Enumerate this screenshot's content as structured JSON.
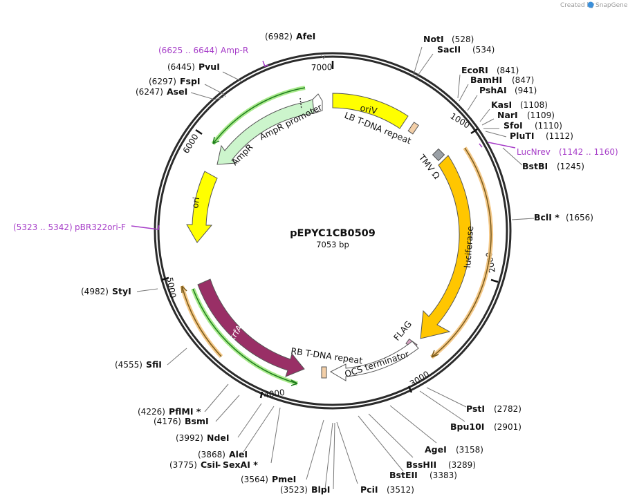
{
  "credit": {
    "created_by": "Created by",
    "brand": "SnapGene"
  },
  "plasmid": {
    "name": "pEPYC1CB0509",
    "length_label": "7053 bp",
    "length_bp": 7053
  },
  "ticks": [
    "1000",
    "2000",
    "3000",
    "4000",
    "5000",
    "6000",
    "7000"
  ],
  "sites": [
    {
      "name": "AfeI",
      "pos": "(6982)"
    },
    {
      "name": "PvuI",
      "pos": "(6445)"
    },
    {
      "name": "FspI",
      "pos": "(6297)"
    },
    {
      "name": "AseI",
      "pos": "(6247)"
    },
    {
      "name": "NotI",
      "pos": "(528)"
    },
    {
      "name": "SacII",
      "pos": "(534)"
    },
    {
      "name": "EcoRI",
      "pos": "(841)"
    },
    {
      "name": "BamHI",
      "pos": "(847)"
    },
    {
      "name": "PshAI",
      "pos": "(941)"
    },
    {
      "name": "KasI",
      "pos": "(1108)"
    },
    {
      "name": "NarI",
      "pos": "(1109)"
    },
    {
      "name": "SfoI",
      "pos": "(1110)"
    },
    {
      "name": "PluTI",
      "pos": "(1112)"
    },
    {
      "name": "BstBI",
      "pos": "(1245)"
    },
    {
      "name": "BclI *",
      "pos": "(1656)"
    },
    {
      "name": "PstI",
      "pos": "(2782)"
    },
    {
      "name": "Bpu10I",
      "pos": "(2901)"
    },
    {
      "name": "AgeI",
      "pos": "(3158)"
    },
    {
      "name": "BssHII",
      "pos": "(3289)"
    },
    {
      "name": "BstEII",
      "pos": "(3383)"
    },
    {
      "name": "PciI",
      "pos": "(3512)"
    },
    {
      "name": "BlpI",
      "pos": "(3523)"
    },
    {
      "name": "PmeI",
      "pos": "(3564)"
    },
    {
      "name": "CsiI",
      "pos": "(3775)"
    },
    {
      "name": "SexAI *",
      "pos": ""
    },
    {
      "name": "AleI",
      "pos": "(3868)"
    },
    {
      "name": "NdeI",
      "pos": "(3992)"
    },
    {
      "name": "BsmI",
      "pos": "(4176)"
    },
    {
      "name": "PflMI *",
      "pos": "(4226)"
    },
    {
      "name": "SfiI",
      "pos": "(4555)"
    },
    {
      "name": "StyI",
      "pos": "(4982)"
    }
  ],
  "primers": [
    {
      "name": "Amp-R",
      "range": "(6625 .. 6644)"
    },
    {
      "name": "LucNrev",
      "range": "(1142 .. 1160)"
    },
    {
      "name": "pBR322ori-F",
      "range": "(5323 .. 5342)"
    }
  ],
  "features": [
    {
      "name": "oriV",
      "color": "#ffff00"
    },
    {
      "name": "LB T-DNA repeat",
      "color": "#f3cfa8"
    },
    {
      "name": "TMV Ω",
      "color": "#9aa0a6"
    },
    {
      "name": "luciferase",
      "color": "#ffc600"
    },
    {
      "name": "FLAG",
      "color": "#d7a3c2"
    },
    {
      "name": "OCS terminator",
      "color": "#ffffff"
    },
    {
      "name": "RB T-DNA repeat",
      "color": "#f3cfa8"
    },
    {
      "name": "trfA",
      "color": "#992f66"
    },
    {
      "name": "ori",
      "color": "#ffff00"
    },
    {
      "name": "AmpR",
      "color": "#ccf5cc"
    },
    {
      "name": "AmpR promoter",
      "color": "#ffffff"
    }
  ],
  "colors": {
    "backbone": "#2b2b2b",
    "primer": "#a63dc8",
    "orf_green": "#7ee05a",
    "orf_orange": "#f3c27a"
  }
}
